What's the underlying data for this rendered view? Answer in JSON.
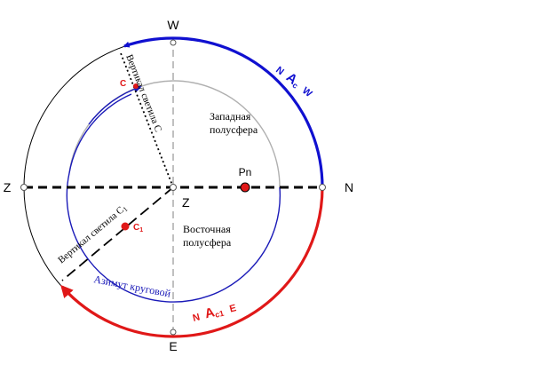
{
  "labels": {
    "west": "W",
    "east": "E",
    "north": "N",
    "zenith_left": "Z",
    "zenith_center": "Z",
    "pole": "Pn",
    "star_c": "C",
    "star_c1": "C",
    "star_c1_sub": "1",
    "western_hemisphere_line1": "Западная",
    "western_hemisphere_line2": "полусфера",
    "eastern_hemisphere_line1": "Восточная",
    "eastern_hemisphere_line2": "полусфера",
    "vertical_c": "Вертикал светила С",
    "vertical_c1": "Вертикал светила С",
    "vertical_c1_sub": "1",
    "azimuth_circular": "Азимут круговой",
    "arc_w_prefix": "N",
    "arc_w_a": "A",
    "arc_w_sub": "c",
    "arc_w_suffix": "W",
    "arc_e_prefix": "N",
    "arc_e_a": "A",
    "arc_e_sub": "c1",
    "arc_e_suffix": "E"
  },
  "colors": {
    "western_arc": "#1010d0",
    "eastern_arc": "#e01818",
    "azimuth_arc": "#1a1ab8",
    "star": "#e01818",
    "horizon": "#000000",
    "hemisphere_circle": "#b0b0b0",
    "meridian": "#808080"
  }
}
